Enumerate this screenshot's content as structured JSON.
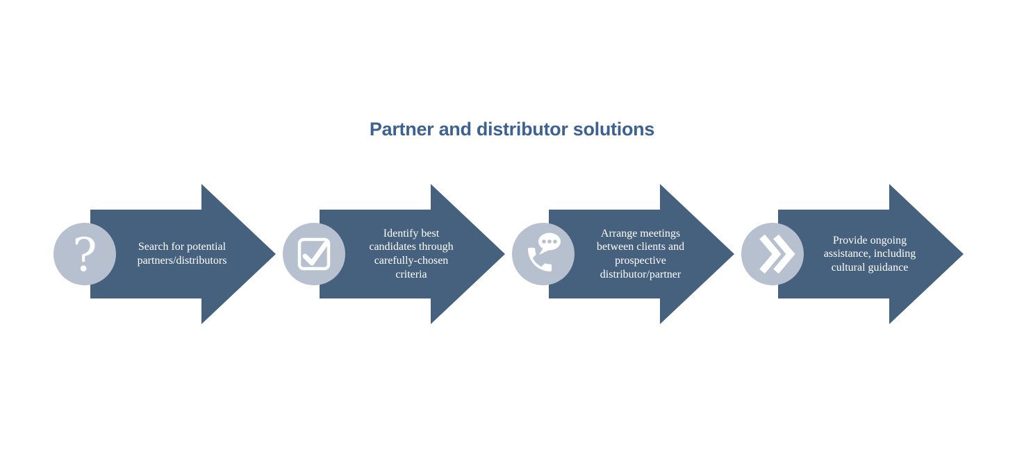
{
  "title": "Partner and distributor solutions",
  "colors": {
    "arrow_fill": "#46617e",
    "icon_circle_fill": "#b6c0ce",
    "title_text": "#3d6191",
    "step_text": "#ffffff",
    "background": "#ffffff"
  },
  "steps": [
    {
      "icon": "question-mark-icon",
      "icon_glyph": "?",
      "text": "Search for potential\npartners/distributors"
    },
    {
      "icon": "checkbox-check-icon",
      "text": "Identify best\ncandidates through\ncarefully-chosen\ncriteria"
    },
    {
      "icon": "phone-chat-icon",
      "text": "Arrange meetings\nbetween clients and\nprospective\ndistributor/partner"
    },
    {
      "icon": "double-chevron-icon",
      "text": "Provide ongoing\nassistance, including\ncultural guidance"
    }
  ]
}
